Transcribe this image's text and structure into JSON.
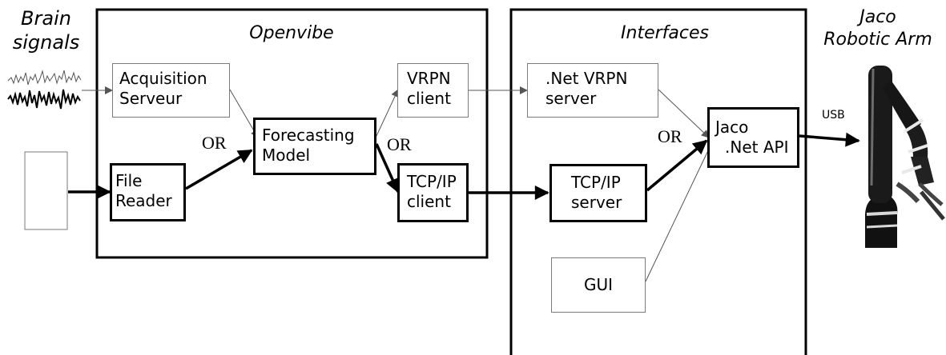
{
  "labels": {
    "brain_line1": "Brain",
    "brain_line2": "signals",
    "openvibe": "Openvibe",
    "interfaces": "Interfaces",
    "jaco_line1": "Jaco",
    "jaco_line2": "Robotic Arm",
    "or_left": "OR",
    "or_mid": "OR",
    "or_right": "OR",
    "usb": "USB"
  },
  "nodes": {
    "acquisition": [
      "Acquisition",
      "Serveur"
    ],
    "file_reader": [
      "File",
      "Reader"
    ],
    "forecasting": [
      "Forecasting",
      "Model"
    ],
    "vrpn_client": [
      "VRPN",
      "client"
    ],
    "tcp_client": [
      "TCP/IP",
      "client"
    ],
    "net_vrpn_server": [
      ".Net VRPN",
      "server"
    ],
    "tcp_server": [
      "TCP/IP",
      "server"
    ],
    "gui": "GUI",
    "jaco_api": [
      "Jaco",
      ".Net API"
    ]
  }
}
